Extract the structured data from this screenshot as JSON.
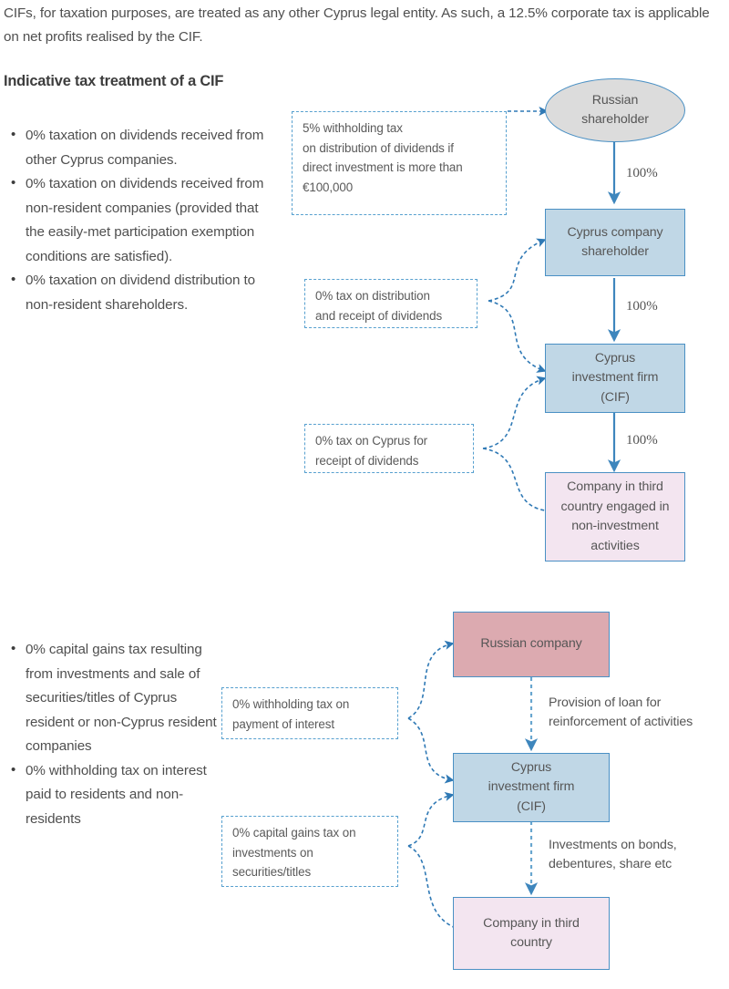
{
  "intro": "CIFs, for taxation purposes, are treated as any other Cyprus legal entity. As such, a 12.5% corporate tax is applicable on net profits realised by the CIF.",
  "heading": "Indicative tax treatment of a CIF",
  "colors": {
    "node_blue_fill": "#c0d7e6",
    "node_pink_light_fill": "#f3e5f0",
    "node_pink_dark_fill": "#dcaab0",
    "node_ellipse_fill": "#dcdcdc",
    "node_border": "#4a90c4",
    "connector": "#3e86bd",
    "callout_border": "#57a0cf",
    "text": "#4f4f4f"
  },
  "diagram1": {
    "bullets": [
      "0% taxation on dividends received from other Cyprus companies.",
      "0% taxation on dividends received from non-resident companies (provided that the easily-met participation exemption conditions are satisfied).",
      "0% taxation on dividend distribution to non-resident shareholders."
    ],
    "nodes": [
      {
        "id": "russian-shareholder",
        "label": "Russian\nshareholder",
        "shape": "ellipse",
        "fill": "grey"
      },
      {
        "id": "cyprus-company-shareholder",
        "label": "Cyprus company\nshareholder",
        "shape": "rect",
        "fill": "blue"
      },
      {
        "id": "cyprus-investment-firm",
        "label": "Cyprus\ninvestment firm\n(CIF)",
        "shape": "rect",
        "fill": "blue"
      },
      {
        "id": "company-third-country",
        "label": "Company in third\ncountry engaged in\nnon-investment\nactivities",
        "shape": "rect",
        "fill": "pink-light"
      }
    ],
    "node_labels": {
      "russian_shareholder_l1": "Russian",
      "russian_shareholder_l2": "shareholder",
      "cyprus_company_shareholder_l1": "Cyprus company",
      "cyprus_company_shareholder_l2": "shareholder",
      "cif_l1": "Cyprus",
      "cif_l2": "investment firm",
      "cif_l3": "(CIF)",
      "third_country_l1": "Company in third",
      "third_country_l2": "country engaged in",
      "third_country_l3": "non-investment",
      "third_country_l4": "activities"
    },
    "edge_labels": {
      "pct1": "100%",
      "pct2": "100%",
      "pct3": "100%"
    },
    "callouts": [
      {
        "id": "callout-5pct-withholding",
        "lines": [
          "5% withholding tax",
          "on distribution of dividends if",
          "direct investment is more than",
          "€100,000"
        ]
      },
      {
        "id": "callout-0pct-distribution",
        "lines": [
          "0% tax on distribution",
          "and receipt of dividends"
        ]
      },
      {
        "id": "callout-0pct-cyprus-receipt",
        "lines": [
          "0% tax on Cyprus for",
          "receipt of dividends"
        ]
      }
    ]
  },
  "diagram2": {
    "bullets": [
      "0% capital gains tax resulting from investments and sale of securities/titles of Cyprus resident or non-Cyprus resident companies",
      "0% withholding tax on interest paid to residents and non-residents"
    ],
    "node_labels": {
      "russian_company": "Russian company",
      "cif_l1": "Cyprus",
      "cif_l2": "investment firm",
      "cif_l3": "(CIF)",
      "third_country_l1": "Company in third",
      "third_country_l2": "country"
    },
    "edge_labels": {
      "loan_l1": "Provision of loan for",
      "loan_l2": "reinforcement of activities",
      "investments_l1": "Investments on bonds,",
      "investments_l2": "debentures, share etc"
    },
    "callouts": [
      {
        "id": "callout-0pct-withholding-interest",
        "lines": [
          "0% withholding tax on",
          "payment of interest"
        ]
      },
      {
        "id": "callout-0pct-capital-gains",
        "lines": [
          "0% capital gains tax on",
          "investments on",
          "securities/titles"
        ]
      }
    ]
  }
}
